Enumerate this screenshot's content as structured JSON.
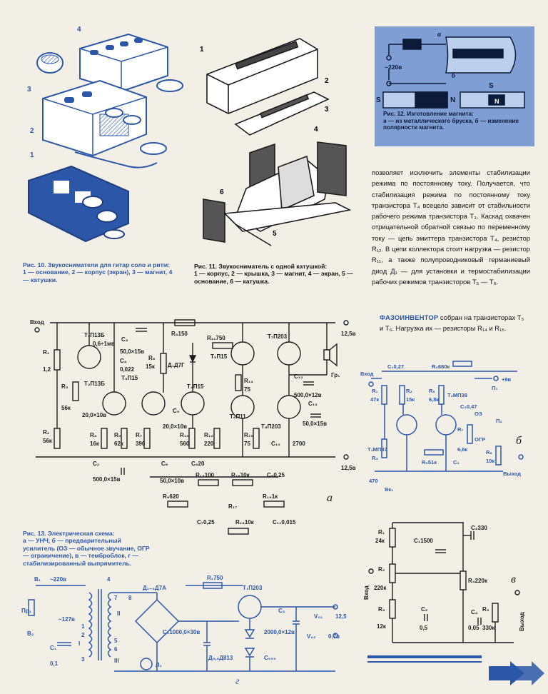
{
  "fig10": {
    "title": "Рис. 10. Звукосниматели для гитар соло и ритм:",
    "items": "1 — основание, 2 — корпус (экран), 3 — магнит, 4 — катушки.",
    "callouts": [
      "4",
      "3",
      "2",
      "1"
    ]
  },
  "fig11": {
    "title": "Рис. 11. Звукосниматель с одной катушкой:",
    "items": "1 — корпус, 2 — крышка, 3 — магнит, 4 — экран, 5 — основание, 6 — катушка.",
    "callouts": [
      "1",
      "2",
      "3",
      "4",
      "6",
      "5"
    ]
  },
  "fig12": {
    "title": "Рис. 12. Изготовление магнита:",
    "items": "а — из металлического бруска, б — изменение полярности магнита.",
    "labels": {
      "a": "а",
      "b": "б",
      "voltage": "~220в",
      "s_left": "S",
      "n_left": "N",
      "s_right": "S",
      "n_right": "N"
    }
  },
  "fig13": {
    "title": "Рис. 13. Электрическая схема:",
    "items": "а — УНЧ, б — предварительный усилитель (ОЗ — обычное звучание, ОГР — ограничение), в — темброблок, г — стабилизированный выпрямитель."
  },
  "body": {
    "paragraph": "позволяет исключить элементы стабилизации режима по постоянному току. Получается, что стабилизация режима по постоянному току транзистора Т₄ всецело зависит от стабильности рабочего режима транзистора Т₃. Каскад охвачен отрицательной обратной связью по переменному току — цепь эмиттера транзистора Т₄, резистор R₁₂. В цепи коллектора стоит нагрузка — резистор R₁₁, а также полупроводниковый германиевый диод Д₁ — для установки и термостабилизации рабочих режимов транзисторов Т₅ — Т₈.",
    "section_head": "ФАЗОИНВЕНТОР",
    "section_text": " собран на транзисторах Т₅ и Т₆. Нагрузка их — резисторы R₁₄ и R₁₅."
  },
  "schematic_a": {
    "letter": "а",
    "input": "Вход",
    "supply_top": "12,5в",
    "supply_bottom": "12,5в",
    "speaker": "Гр₁",
    "labels": [
      "Т₁П13Б",
      "0,6÷1мв",
      "R₈150",
      "R₁₁750",
      "Т₇П203",
      "С₃",
      "50,0×15в",
      "С₄",
      "0,022",
      "R₆",
      "15к",
      "Д₁Д7Г",
      "Т₅П15",
      "Т₂П13Б",
      "Т₃П15",
      "Т₄П15",
      "С₁₂",
      "500,0×12в",
      "R₃",
      "56к",
      "R₁",
      "1,2",
      "20,0×10в",
      "С₅",
      "R₁₄",
      "75",
      "С₁₃",
      "50,0×15в",
      "Т₆П11",
      "Т₈П203",
      "R₂",
      "56к",
      "R₄",
      "16к",
      "R₅",
      "62к",
      "R₇",
      "390",
      "20,0×10в",
      "R₁₀",
      "560",
      "R₁₂",
      "220",
      "R₁₅",
      "75",
      "С₁₀",
      "2700",
      "С₂",
      "500,0×15в",
      "С₆",
      "С₈20",
      "50,0×10в",
      "R₁₃100",
      "R₁₆10к",
      "С₉0,25",
      "R₉620",
      "R₁₉1к",
      "R₁₇",
      "С₇0,25",
      "R₁₈10к",
      "С₁₁0,015"
    ]
  },
  "schematic_b": {
    "letter": "б",
    "input": "Вход",
    "output": "Выход",
    "supply": "+9в",
    "labels": [
      "С₁0,27",
      "R₄680к",
      "R₁",
      "47к",
      "R₂",
      "15к",
      "R₆",
      "6,8к",
      "Т₂МП38",
      "С₃0,47",
      "П₁",
      "П₂",
      "ОЗ",
      "ОГР",
      "R₇",
      "6,6к",
      "Т₁МП37",
      "R₃",
      "470",
      "R₅51к",
      "С₂",
      "R₈",
      "10к",
      "Вк₁"
    ]
  },
  "schematic_c": {
    "letter": "в",
    "input": "Вход",
    "output": "Выход",
    "labels": [
      "R₁",
      "24к",
      "С₁1500",
      "С₃330",
      "R₂",
      "220к",
      "R₄220к",
      "R₃",
      "12к",
      "С₂",
      "0,5",
      "С₄",
      "0,05",
      "R₅",
      "330к"
    ]
  },
  "schematic_d": {
    "letter": "г",
    "labels": [
      "В₁",
      "~220в",
      "4",
      "Д₁₋₄Д7А",
      "Т₁П203",
      "Пр₁",
      "~127в",
      "R₁750",
      "С₃",
      "V₀₁",
      "12,5",
      "В₂",
      "I",
      "II",
      "С₂1000,0×30в",
      "2000,0×12в",
      "V₀₂",
      "0,7в",
      "С₁",
      "0,1",
      "III",
      "Л₁",
      "Д₅,₆Д813",
      "С₅₅₅",
      "1",
      "2",
      "3",
      "5",
      "6",
      "7",
      "8"
    ]
  }
}
